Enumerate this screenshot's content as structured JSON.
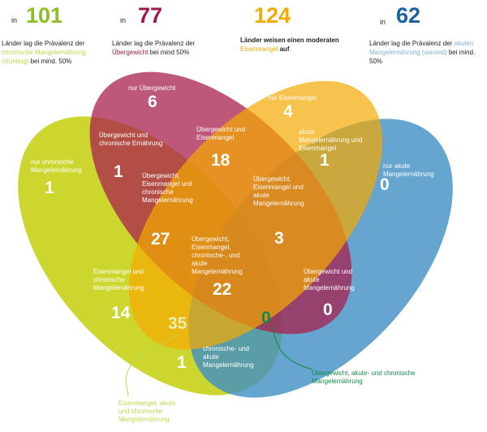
{
  "header": [
    {
      "prefix": "in",
      "number": "101",
      "color": "#8cbf26",
      "text_before": "Länder lag die Prävalenz der",
      "highlight": "chronische Mangelernährung (stunting)",
      "highlight_color": "#b8d94a",
      "text_after": "bei mind. 50%"
    },
    {
      "prefix": "in",
      "number": "77",
      "color": "#9b1c45",
      "text_before": "Länder lag die Prävalenz der",
      "highlight": "Übergewicht",
      "highlight_color": "#9b1c45",
      "text_after": "bei mind 50%"
    },
    {
      "prefix": "",
      "number": "124",
      "color": "#f2a900",
      "text_before": "Länder weisen einen moderaten",
      "highlight": "Eisenmangel",
      "highlight_color": "#f2a900",
      "text_after": "auf"
    },
    {
      "prefix": "in",
      "number": "62",
      "color": "#1a64a0",
      "text_before": "Länder lag die Prävalenz der",
      "highlight": "akuten Mangelernährung (wasted)",
      "highlight_color": "#8aaed3",
      "text_after": "bei mind. 50%"
    }
  ],
  "sets": {
    "chronic": "#c4cf0a",
    "overweight": "#a8204f",
    "iron": "#f5aa00",
    "acute": "#3f8fc4"
  },
  "regions": [
    {
      "label": "nur Übergewicht",
      "value": "6"
    },
    {
      "label": "nur Eisenmangel",
      "value": "4"
    },
    {
      "label": "Übergewicht und chronische Ernährung",
      "value": "1"
    },
    {
      "label": "Übergewicht und Eisenmangel",
      "value": "18"
    },
    {
      "label": "akute Mangelernährung und Eisenmangel",
      "value": "1"
    },
    {
      "label": "nur chronische Mangelernährung",
      "value": "1"
    },
    {
      "label": "nur akute Mangelernährung",
      "value": "0"
    },
    {
      "label": "Übergewicht, Eisenmangel und chronische Mangelernährung",
      "value": "27"
    },
    {
      "label": "Übergewicht, Eisenmangel und akute Mangelernährung",
      "value": "3"
    },
    {
      "label": "Übergewicht, Eisenmangel, chronische-, und akute Mangelernährung",
      "value": "22"
    },
    {
      "label": "Eisenmangel und chronische Mangelernährung",
      "value": "14"
    },
    {
      "label": "Übergewicht und akute Mangelernährung",
      "value": "0"
    },
    {
      "label": "chronische- und akute Mangelernährung",
      "value": "1"
    }
  ],
  "callouts": [
    {
      "label": "Eisenmangel, akute und chronische Mangelernährung",
      "value": "35",
      "color": "#b8d94a"
    },
    {
      "label": "Übergewicht, akute- und chronische Mangelernährung",
      "value": "0",
      "color": "#0f8a4a"
    }
  ]
}
